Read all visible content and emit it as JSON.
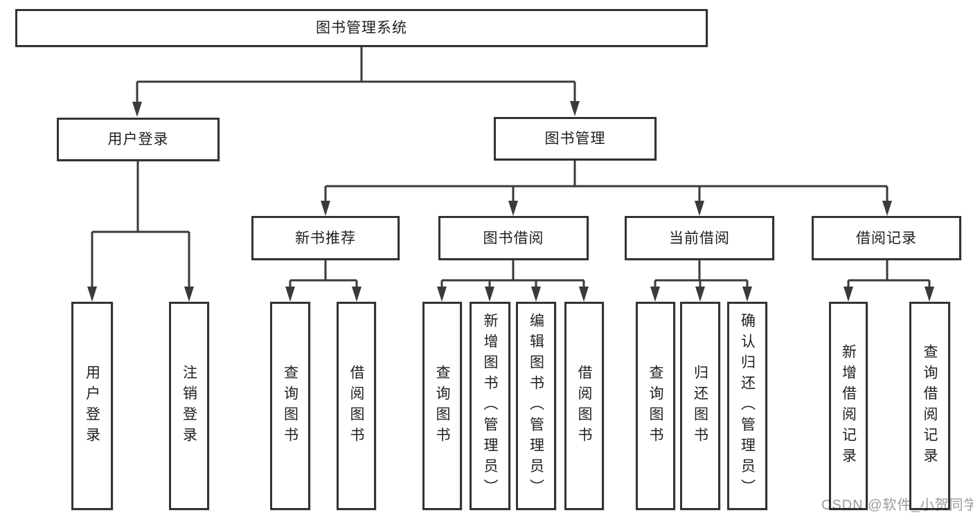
{
  "nodes": {
    "root": "图书管理系统",
    "user_login": "用户登录",
    "book_management": "图书管理",
    "new_book_recommend": "新书推荐",
    "book_borrow": "图书借阅",
    "current_borrow": "当前借阅",
    "borrow_record": "借阅记录",
    "leaf_user_login": "用户登录",
    "leaf_logout": "注销登录",
    "nbr_query_book": "查询图书",
    "nbr_borrow_book": "借阅图书",
    "bb_query_book": "查询图书",
    "bb_add_book": "新增图书（管理员）",
    "bb_edit_book": "编辑图书（管理员）",
    "bb_borrow_book": "借阅图书",
    "cb_query_book": "查询图书",
    "cb_return_book": "归还图书",
    "cb_confirm_return": "确认归还（管理员）",
    "br_add_record": "新增借阅记录",
    "br_query_record": "查询借阅记录"
  },
  "hierarchy": {
    "图书管理系统": {
      "用户登录": [
        "用户登录",
        "注销登录"
      ],
      "图书管理": {
        "新书推荐": [
          "查询图书",
          "借阅图书"
        ],
        "图书借阅": [
          "查询图书",
          "新增图书（管理员）",
          "编辑图书（管理员）",
          "借阅图书"
        ],
        "当前借阅": [
          "查询图书",
          "归还图书",
          "确认归还（管理员）"
        ],
        "借阅记录": [
          "新增借阅记录",
          "查询借阅记录"
        ]
      }
    }
  },
  "watermark": {
    "text": "CSDN @软件_小贺同学"
  },
  "colors": {
    "line": "#3a3a3a",
    "box_border": "#333333",
    "box_fill": "#ffffff",
    "text": "#1f1f1f",
    "watermark": "#9b9b9b",
    "background": "#ffffff"
  }
}
